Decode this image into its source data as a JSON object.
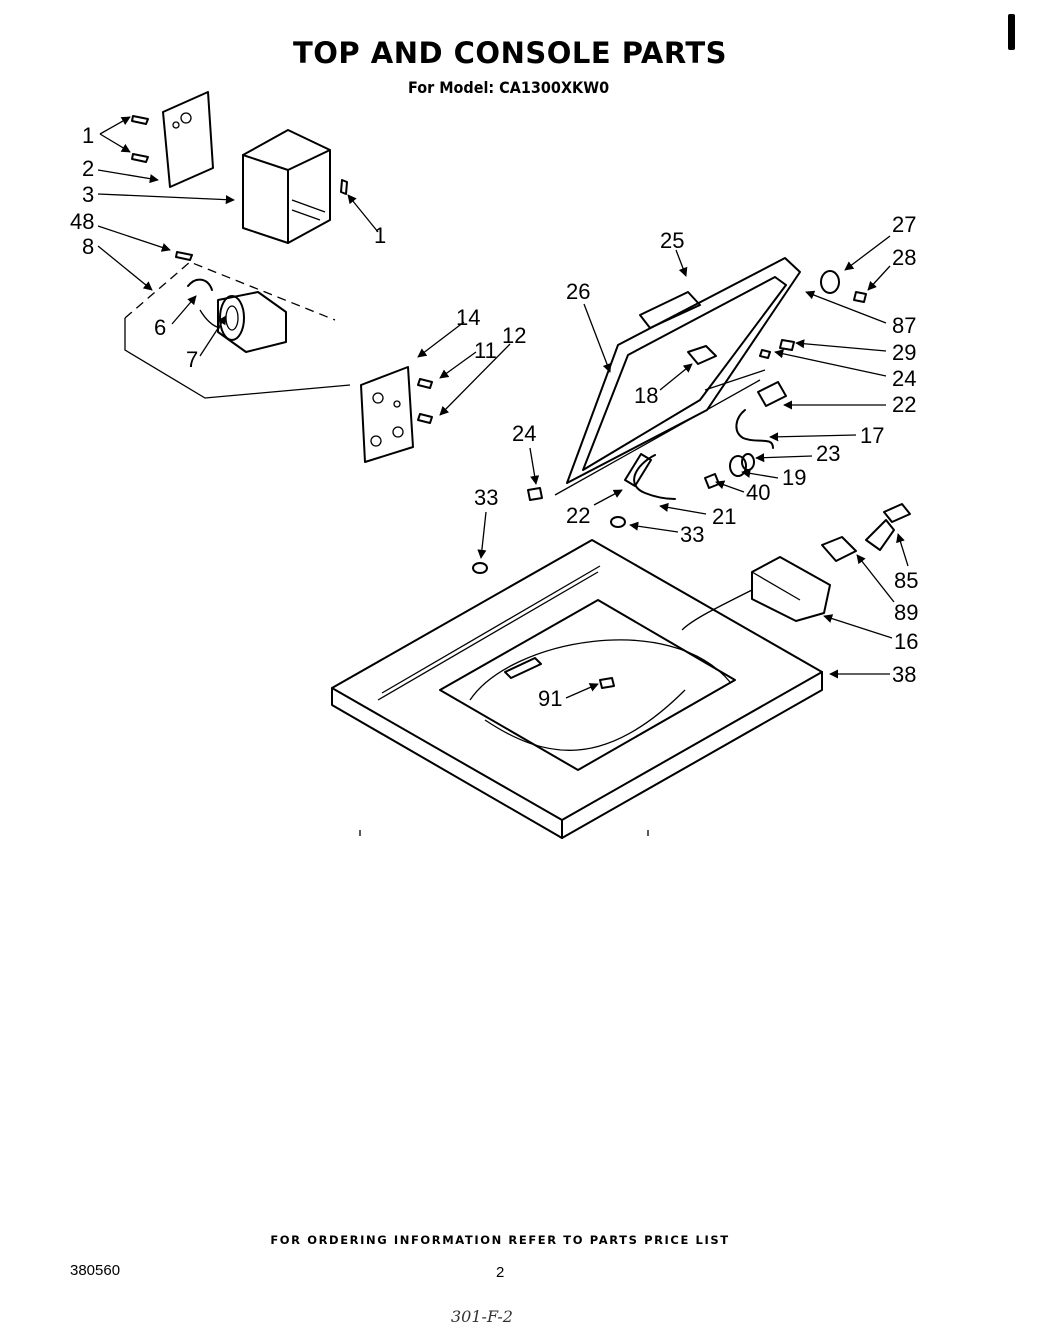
{
  "header": {
    "title": "TOP AND CONSOLE PARTS",
    "subtitle": "For Model: CA1300XKW0"
  },
  "footer": {
    "ordering_note": "FOR ORDERING INFORMATION REFER TO PARTS PRICE LIST",
    "document_number": "380560",
    "page_number": "2",
    "handwritten_note": "301-F-2"
  },
  "callouts": {
    "c1a": "1",
    "c2": "2",
    "c3": "3",
    "c1b": "1",
    "c48": "48",
    "c8": "8",
    "c6": "6",
    "c7": "7",
    "c14": "14",
    "c11": "11",
    "c12": "12",
    "c25": "25",
    "c26": "26",
    "c27": "27",
    "c28": "28",
    "c87": "87",
    "c29": "29",
    "c24a": "24",
    "c22a": "22",
    "c18": "18",
    "c17": "17",
    "c23": "23",
    "c19": "19",
    "c40": "40",
    "c24b": "24",
    "c33a": "33",
    "c22b": "22",
    "c21": "21",
    "c33b": "33",
    "c85": "85",
    "c89": "89",
    "c16": "16",
    "c38": "38",
    "c91": "91"
  }
}
